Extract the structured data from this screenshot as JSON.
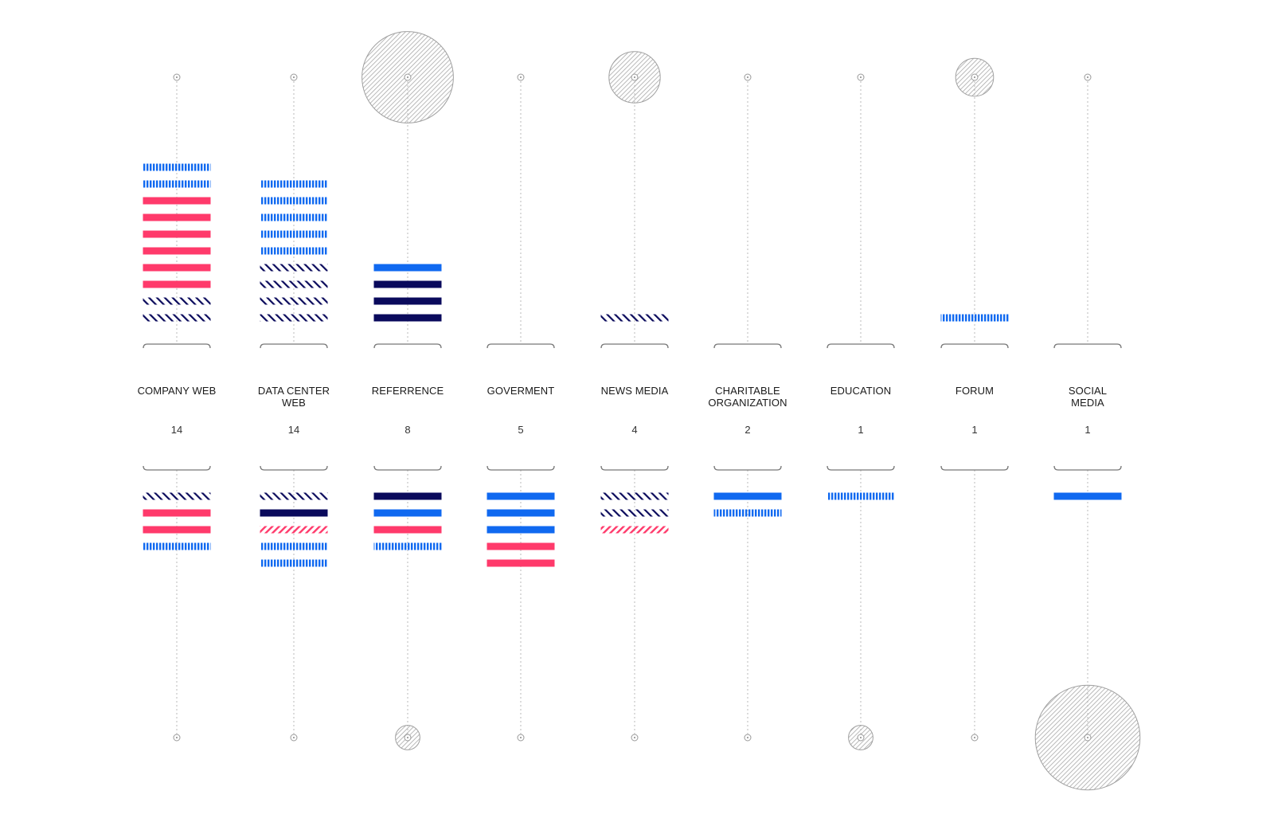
{
  "chart_data": {
    "type": "bar",
    "colors": {
      "blue": "#1069f0",
      "pink": "#ff3a6b",
      "navy": "#0a0a5c",
      "hatch_gray": "#9a9a9a",
      "guide_gray": "#b8b8b8"
    },
    "categories": [
      {
        "name": "COMPANY WEB",
        "count": "14",
        "top_bars": [
          "blue-stripe",
          "blue-stripe",
          "pink",
          "pink",
          "pink",
          "pink",
          "pink",
          "pink",
          "navy-hatch",
          "navy-hatch"
        ],
        "bottom_bars": [
          "navy-hatch",
          "pink",
          "pink",
          "blue-stripe"
        ],
        "top_circle": 0,
        "bottom_circle": 0
      },
      {
        "name": "DATA CENTER WEB",
        "count": "14",
        "top_bars": [
          "blue-stripe",
          "blue-stripe",
          "blue-stripe",
          "blue-stripe",
          "blue-stripe",
          "navy-hatch",
          "navy-hatch",
          "navy-hatch",
          "navy-hatch"
        ],
        "bottom_bars": [
          "navy-hatch",
          "navy",
          "pink-hatch",
          "blue-stripe",
          "blue-stripe"
        ],
        "top_circle": 0,
        "bottom_circle": 0
      },
      {
        "name": "REFERRENCE",
        "count": "8",
        "top_bars": [
          "blue",
          "navy",
          "navy",
          "navy"
        ],
        "bottom_bars": [
          "navy",
          "blue",
          "pink",
          "blue-stripe"
        ],
        "top_circle": 6,
        "bottom_circle": 1
      },
      {
        "name": "GOVERMENT",
        "count": "5",
        "top_bars": [],
        "bottom_bars": [
          "blue",
          "blue",
          "blue",
          "pink",
          "pink"
        ],
        "top_circle": 0,
        "bottom_circle": 0
      },
      {
        "name": "NEWS MEDIA",
        "count": "4",
        "top_bars": [
          "navy-hatch"
        ],
        "bottom_bars": [
          "navy-hatch",
          "navy-hatch",
          "pink-hatch"
        ],
        "top_circle": 3,
        "bottom_circle": 0
      },
      {
        "name": "CHARITABLE ORGANIZATION",
        "count": "2",
        "top_bars": [],
        "bottom_bars": [
          "blue",
          "blue-stripe"
        ],
        "top_circle": 0,
        "bottom_circle": 0
      },
      {
        "name": "EDUCATION",
        "count": "1",
        "top_bars": [],
        "bottom_bars": [
          "blue-stripe"
        ],
        "top_circle": 0,
        "bottom_circle": 1
      },
      {
        "name": "FORUM",
        "count": "1",
        "top_bars": [
          "blue-stripe"
        ],
        "bottom_bars": [],
        "top_circle": 2,
        "bottom_circle": 0
      },
      {
        "name": "SOCIAL MEDIA",
        "count": "1",
        "top_bars": [],
        "bottom_bars": [
          "blue"
        ],
        "top_circle": 0,
        "bottom_circle": 7
      }
    ]
  }
}
